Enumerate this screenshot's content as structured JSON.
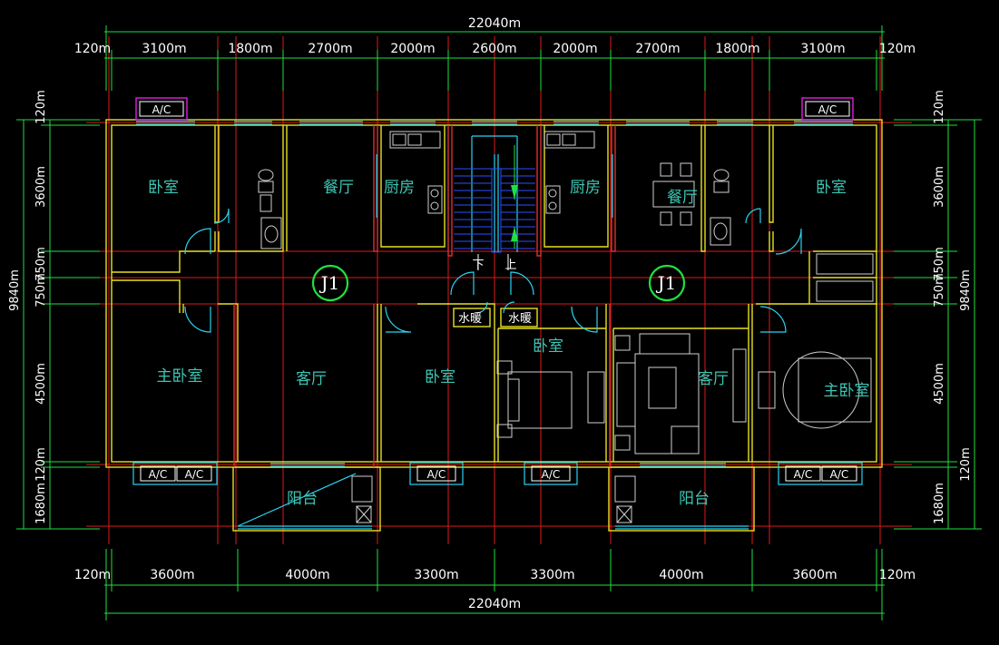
{
  "dims": {
    "total_top": "22040m",
    "top": [
      "120m",
      "3100m",
      "1800m",
      "2700m",
      "2000m",
      "2600m",
      "2000m",
      "2700m",
      "1800m",
      "3100m",
      "120m"
    ],
    "bottom": [
      "120m",
      "3600m",
      "4000m",
      "3300m",
      "3300m",
      "4000m",
      "3600m",
      "120m"
    ],
    "total_bottom": "22040m",
    "left": [
      "120m",
      "3600m",
      "750m",
      "750m",
      "4500m",
      "120m",
      "1680m"
    ],
    "left_total": "9840m",
    "right": [
      "120m",
      "3600m",
      "750m",
      "750m",
      "4500m",
      "120m",
      "1680m"
    ],
    "right_total": "9840m"
  },
  "rooms": {
    "bedroom": "卧室",
    "dining": "餐厅",
    "kitchen": "厨房",
    "master": "主卧室",
    "living": "客厅",
    "balcony": "阳台"
  },
  "marks": {
    "ac": "A/C",
    "j1": "J1",
    "down": "下",
    "up": "上",
    "shaft": "水暖"
  },
  "colors": {
    "axis": "#e01818",
    "wall": "#e8e020",
    "window": "#2ad2f0",
    "dimension": "#20e040",
    "room_text": "#3cc6b4"
  }
}
